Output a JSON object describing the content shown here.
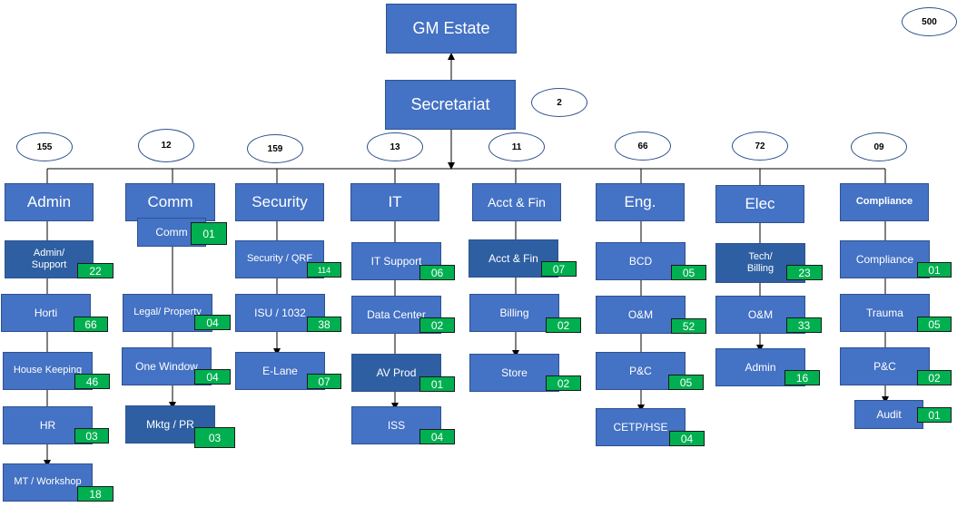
{
  "top": {
    "title": "GM Estate",
    "secretariat": "Secretariat",
    "secretariat_count": "2",
    "total": "500"
  },
  "departments": [
    {
      "name": "Admin",
      "count": "155",
      "units": [
        {
          "label": "Admin/\nSupport",
          "badge": "22"
        },
        {
          "label": "Horti",
          "badge": "66"
        },
        {
          "label": "House Keeping",
          "badge": "46"
        },
        {
          "label": "HR",
          "badge": "03"
        },
        {
          "label": "MT / Workshop",
          "badge": "18"
        }
      ]
    },
    {
      "name": "Comm",
      "count": "12",
      "units": [
        {
          "label": "Comm",
          "badge": "01"
        },
        {
          "label": "Legal/ Property",
          "badge": "04"
        },
        {
          "label": "One Window",
          "badge": "04"
        },
        {
          "label": "Mktg / PR",
          "badge": "03"
        }
      ]
    },
    {
      "name": "Security",
      "count": "159",
      "units": [
        {
          "label": "Security / QRF",
          "badge": "114"
        },
        {
          "label": "ISU / 1032",
          "badge": "38"
        },
        {
          "label": "E-Lane",
          "badge": "07"
        }
      ]
    },
    {
      "name": "IT",
      "count": "13",
      "units": [
        {
          "label": "IT  Support",
          "badge": "06"
        },
        {
          "label": "Data Center",
          "badge": "02"
        },
        {
          "label": "AV Prod",
          "badge": "01"
        },
        {
          "label": "ISS",
          "badge": "04"
        }
      ]
    },
    {
      "name": "Acct & Fin",
      "count": "11",
      "units": [
        {
          "label": "Acct & Fin",
          "badge": "07"
        },
        {
          "label": "Billing",
          "badge": "02"
        },
        {
          "label": "Store",
          "badge": "02"
        }
      ]
    },
    {
      "name": "Eng.",
      "count": "66",
      "units": [
        {
          "label": "BCD",
          "badge": "05"
        },
        {
          "label": "O&M",
          "badge": "52"
        },
        {
          "label": "P&C",
          "badge": "05"
        },
        {
          "label": "CETP/HSE",
          "badge": "04"
        }
      ]
    },
    {
      "name": "Elec",
      "count": "72",
      "units": [
        {
          "label": "Tech/\nBilling",
          "badge": "23"
        },
        {
          "label": "O&M",
          "badge": "33"
        },
        {
          "label": "Admin",
          "badge": "16"
        }
      ]
    },
    {
      "name": "Compliance",
      "count": "09",
      "units": [
        {
          "label": "Compliance",
          "badge": "01"
        },
        {
          "label": "Trauma",
          "badge": "05"
        },
        {
          "label": "P&C",
          "badge": "02"
        },
        {
          "label": "Audit",
          "badge": "01"
        }
      ]
    }
  ]
}
